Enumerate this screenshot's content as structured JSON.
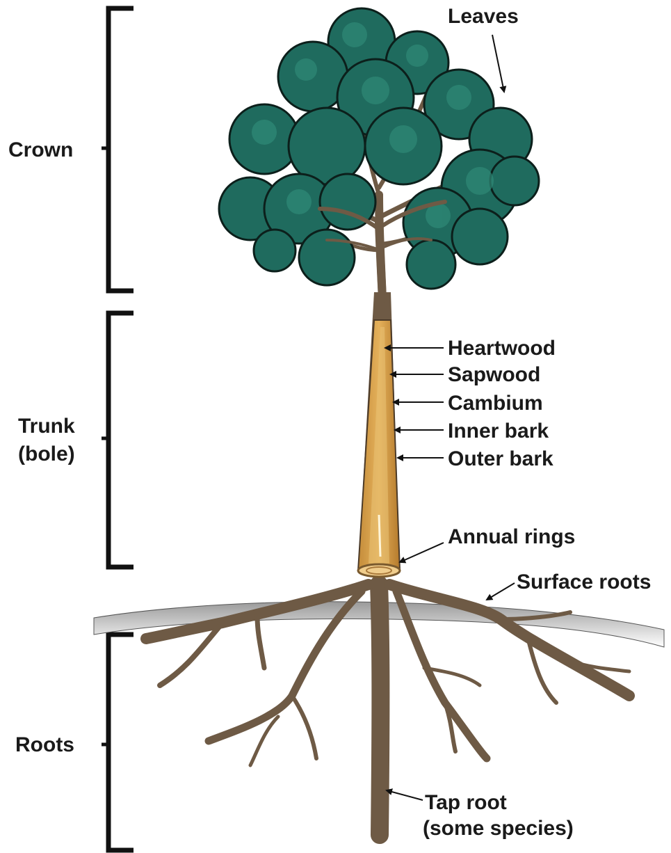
{
  "diagram": {
    "sections": {
      "crown": "Crown",
      "trunk_line1": "Trunk",
      "trunk_line2": "(bole)",
      "roots": "Roots"
    },
    "labels": {
      "leaves": "Leaves",
      "heartwood": "Heartwood",
      "sapwood": "Sapwood",
      "cambium": "Cambium",
      "inner_bark": "Inner bark",
      "outer_bark": "Outer bark",
      "annual_rings": "Annual rings",
      "surface_roots": "Surface roots",
      "tap_root_line1": "Tap root",
      "tap_root_line2": "(some species)"
    },
    "colors": {
      "leaves": "#1f6b5e",
      "leaf_outline": "#0c1f1b",
      "branch": "#6e5a45",
      "wood": "#d9a44e",
      "root": "#6e5a45",
      "ground": "#8a8a8a"
    }
  }
}
